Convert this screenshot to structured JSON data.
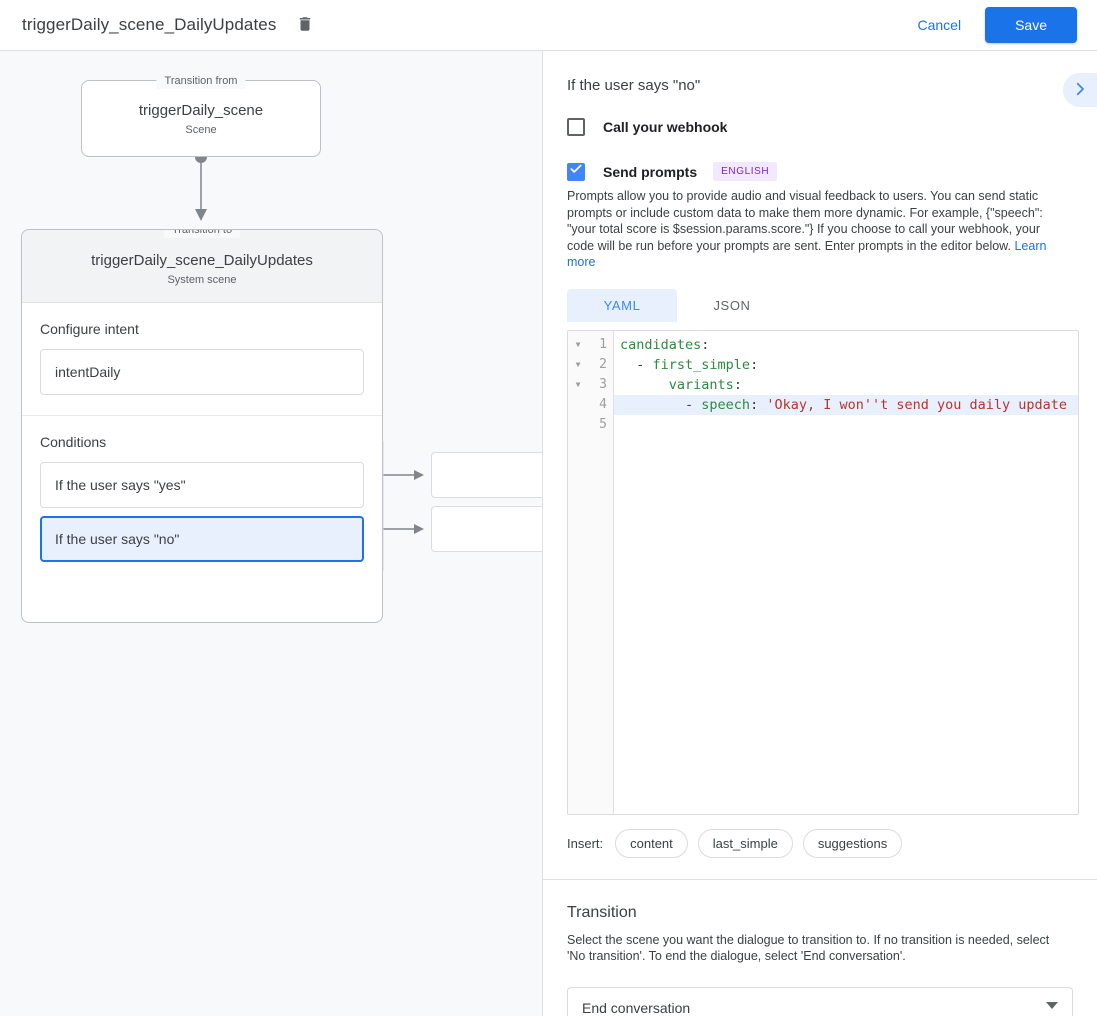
{
  "topbar": {
    "title": "triggerDaily_scene_DailyUpdates",
    "delete_icon": "trash-icon",
    "cancel_label": "Cancel",
    "save_label": "Save"
  },
  "canvas": {
    "from": {
      "legend": "Transition from",
      "name": "triggerDaily_scene",
      "type": "Scene"
    },
    "to": {
      "legend": "Transition to",
      "name": "triggerDaily_scene_DailyUpdates",
      "type": "System scene"
    },
    "intent_section": {
      "label": "Configure intent",
      "value": "intentDaily"
    },
    "conditions_section": {
      "label": "Conditions",
      "items": [
        {
          "label": "If the user says \"yes\"",
          "selected": false
        },
        {
          "label": "If the user says \"no\"",
          "selected": true
        }
      ]
    }
  },
  "panel": {
    "title": "If the user says \"no\"",
    "collapse_icon": "chevron-right-icon",
    "webhook": {
      "label": "Call your webhook",
      "checked": false
    },
    "prompts": {
      "label": "Send prompts",
      "checked": true,
      "badge": "ENGLISH",
      "description": "Prompts allow you to provide audio and visual feedback to users. You can send static prompts or include custom data to make them more dynamic. For example, {\"speech\": \"your total score is $session.params.score.\"} If you choose to call your webhook, your code will be run before your prompts are sent. Enter prompts in the editor below.",
      "learn_more": "Learn more"
    },
    "editor_tabs": [
      {
        "label": "YAML",
        "active": true
      },
      {
        "label": "JSON",
        "active": false
      }
    ],
    "editor": {
      "lines": [
        {
          "num": "1",
          "fold": true,
          "highlight": false,
          "tokens": [
            {
              "c": "k",
              "t": "candidates"
            },
            {
              "c": "p",
              "t": ":"
            }
          ]
        },
        {
          "num": "2",
          "fold": true,
          "highlight": false,
          "tokens": [
            {
              "c": "p",
              "t": "  - "
            },
            {
              "c": "k",
              "t": "first_simple"
            },
            {
              "c": "p",
              "t": ":"
            }
          ]
        },
        {
          "num": "3",
          "fold": true,
          "highlight": false,
          "tokens": [
            {
              "c": "p",
              "t": "      "
            },
            {
              "c": "k",
              "t": "variants"
            },
            {
              "c": "p",
              "t": ":"
            }
          ]
        },
        {
          "num": "4",
          "fold": false,
          "highlight": true,
          "tokens": [
            {
              "c": "p",
              "t": "        - "
            },
            {
              "c": "k",
              "t": "speech"
            },
            {
              "c": "p",
              "t": ": "
            },
            {
              "c": "s",
              "t": "'Okay, I won''t send you daily update"
            }
          ]
        },
        {
          "num": "5",
          "fold": false,
          "highlight": false,
          "tokens": []
        }
      ]
    },
    "insert": {
      "label": "Insert:",
      "chips": [
        "content",
        "last_simple",
        "suggestions"
      ]
    },
    "transition": {
      "title": "Transition",
      "description": "Select the scene you want the dialogue to transition to. If no transition is needed, select 'No transition'. To end the dialogue, select 'End conversation'.",
      "selected": "End conversation",
      "dropdown_icon": "chevron-down-icon"
    }
  },
  "colors": {
    "accent": "#1a73e8",
    "checkbox": "#4285f4",
    "tab_active_bg": "#e8f0fe",
    "badge_bg": "#f3e8fd",
    "badge_fg": "#7627bb",
    "canvas_bg": "#f8f9fa",
    "selected_condition_bg": "#e8f0fe"
  }
}
